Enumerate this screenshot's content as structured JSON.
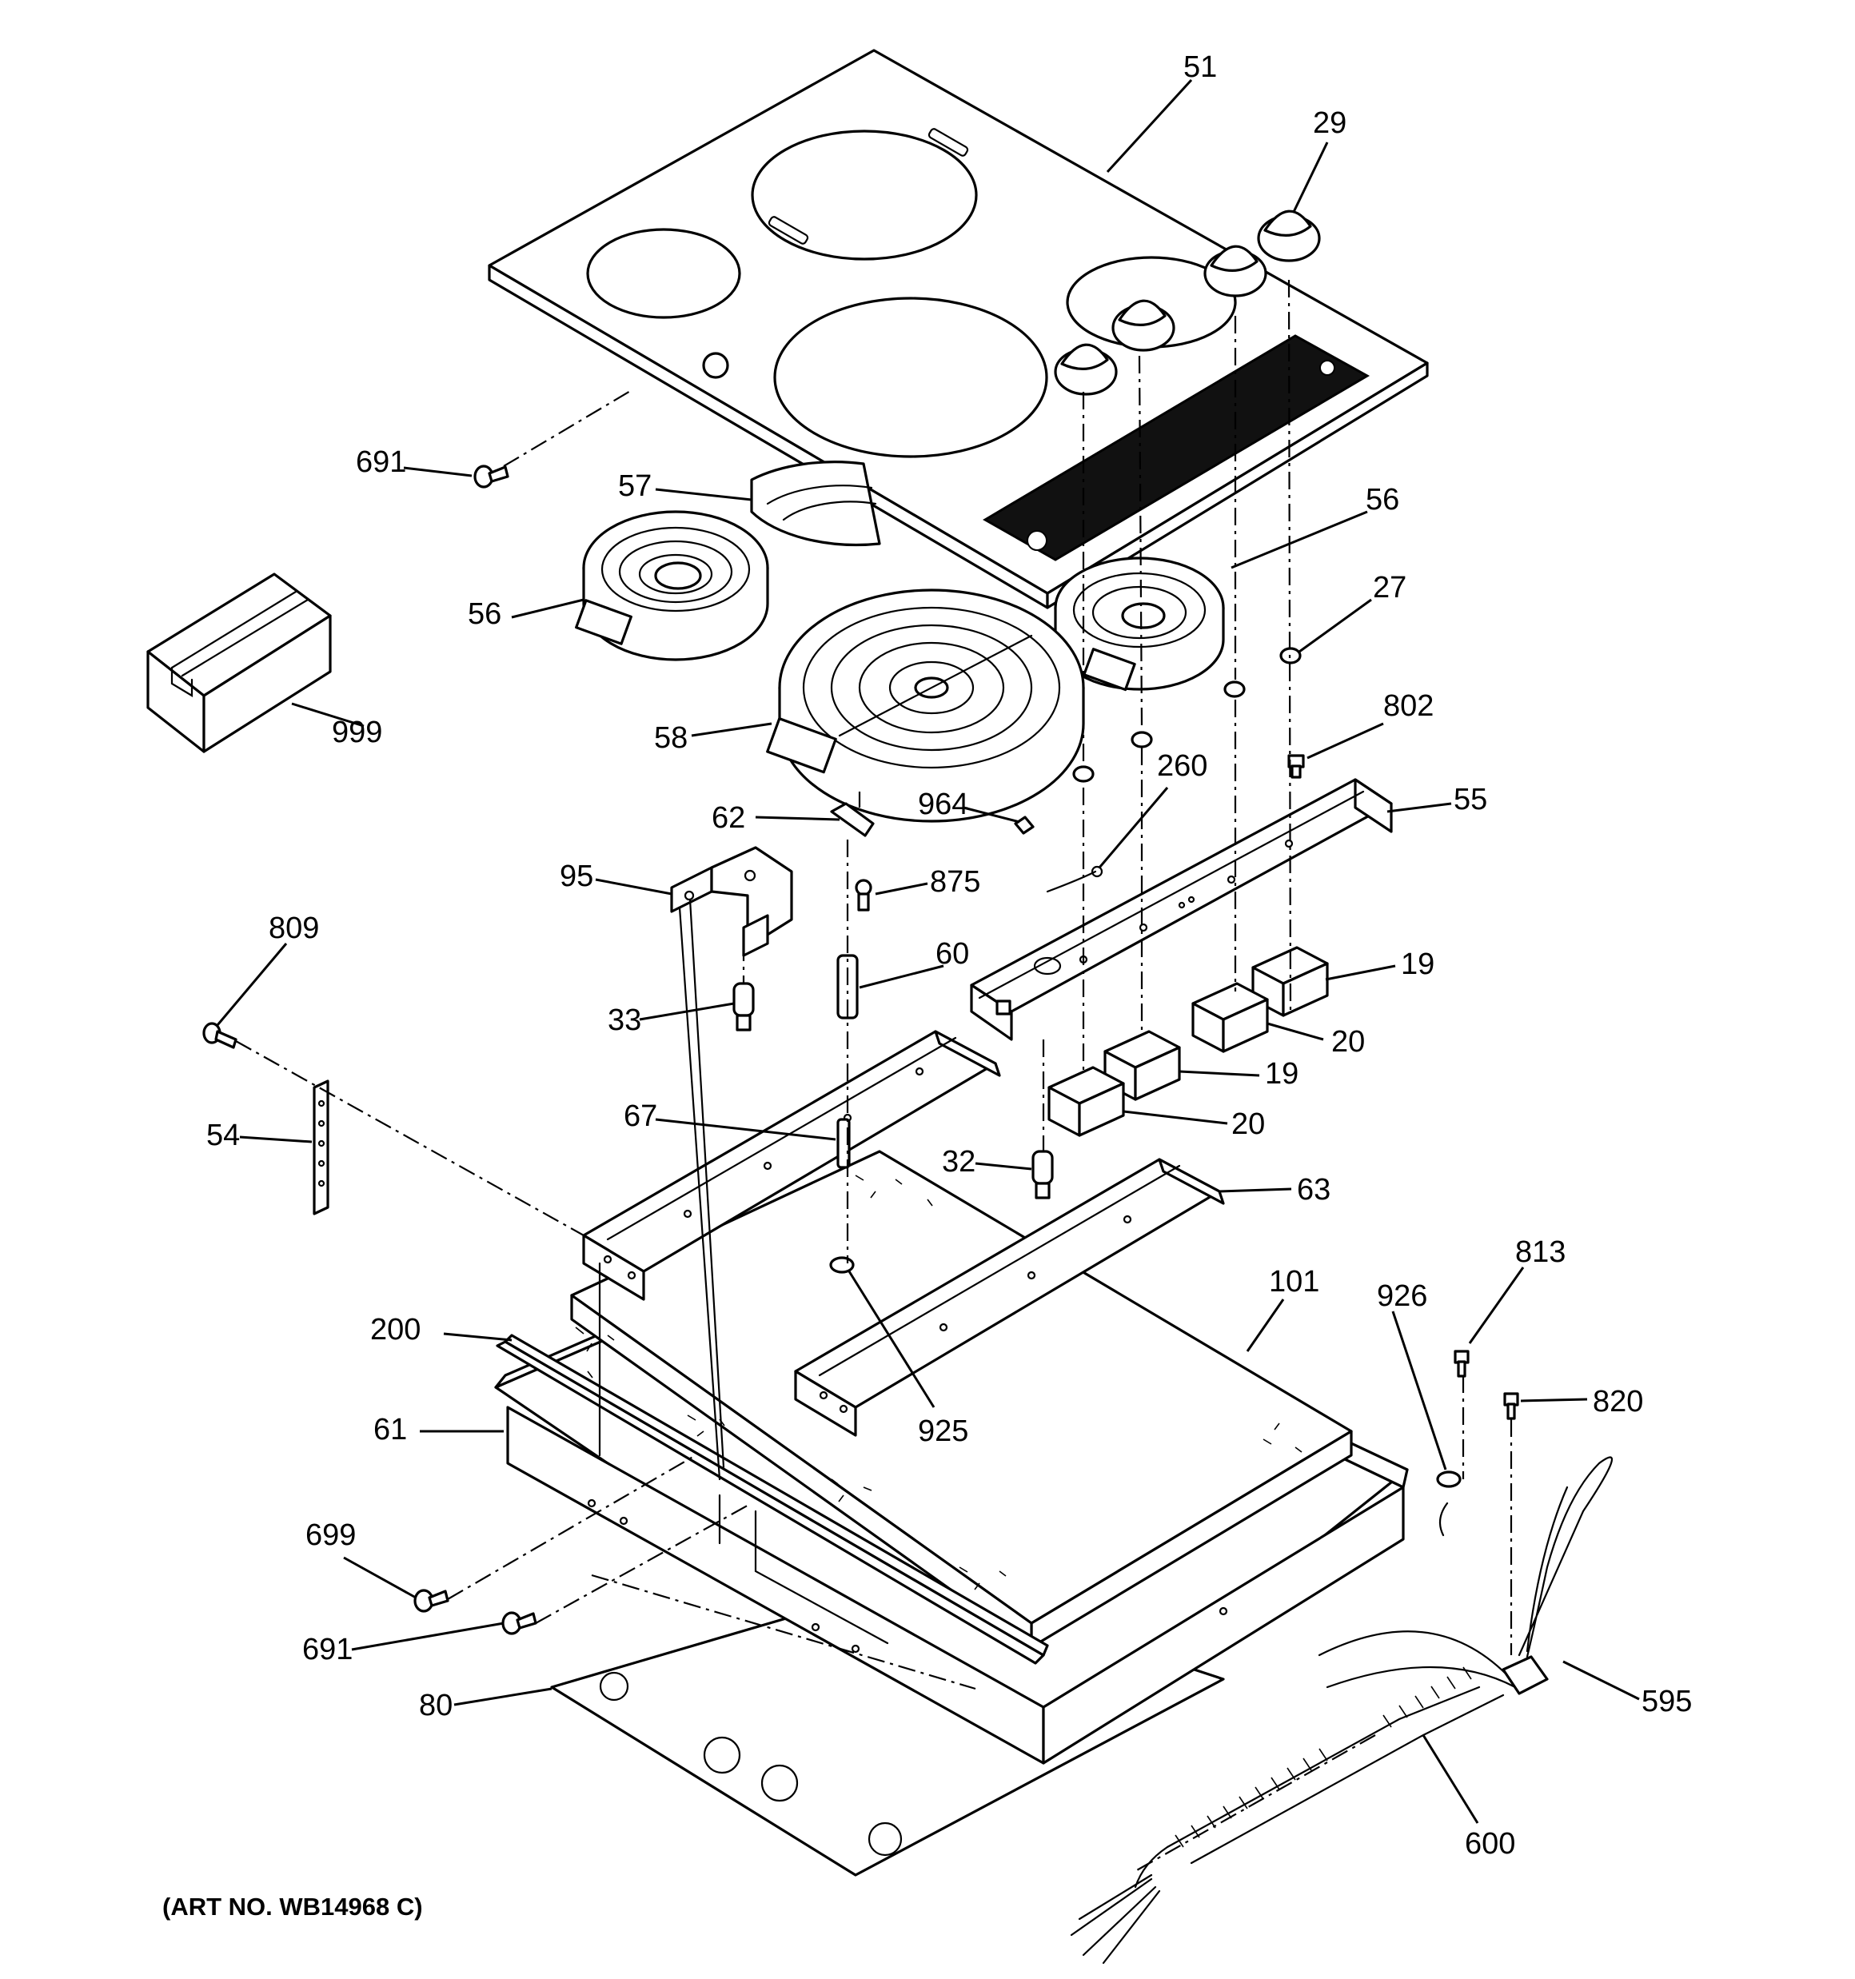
{
  "diagram": {
    "art_number": "(ART NO. WB14968 C)",
    "part_labels": [
      {
        "id": "p51",
        "text": "51"
      },
      {
        "id": "p29",
        "text": "29"
      },
      {
        "id": "p691a",
        "text": "691"
      },
      {
        "id": "p57",
        "text": "57"
      },
      {
        "id": "p56a",
        "text": "56"
      },
      {
        "id": "p56b",
        "text": "56"
      },
      {
        "id": "p27",
        "text": "27"
      },
      {
        "id": "p999",
        "text": "999"
      },
      {
        "id": "p58",
        "text": "58"
      },
      {
        "id": "p802",
        "text": "802"
      },
      {
        "id": "p260",
        "text": "260"
      },
      {
        "id": "p964",
        "text": "964"
      },
      {
        "id": "p55",
        "text": "55"
      },
      {
        "id": "p62",
        "text": "62"
      },
      {
        "id": "p875",
        "text": "875"
      },
      {
        "id": "p95",
        "text": "95"
      },
      {
        "id": "p809",
        "text": "809"
      },
      {
        "id": "p60",
        "text": "60"
      },
      {
        "id": "p19a",
        "text": "19"
      },
      {
        "id": "p20a",
        "text": "20"
      },
      {
        "id": "p33",
        "text": "33"
      },
      {
        "id": "p19b",
        "text": "19"
      },
      {
        "id": "p54",
        "text": "54"
      },
      {
        "id": "p67",
        "text": "67"
      },
      {
        "id": "p20b",
        "text": "20"
      },
      {
        "id": "p32",
        "text": "32"
      },
      {
        "id": "p63",
        "text": "63"
      },
      {
        "id": "p813",
        "text": "813"
      },
      {
        "id": "p926",
        "text": "926"
      },
      {
        "id": "p101",
        "text": "101"
      },
      {
        "id": "p820",
        "text": "820"
      },
      {
        "id": "p200",
        "text": "200"
      },
      {
        "id": "p61",
        "text": "61"
      },
      {
        "id": "p925",
        "text": "925"
      },
      {
        "id": "p699",
        "text": "699"
      },
      {
        "id": "p691b",
        "text": "691"
      },
      {
        "id": "p595",
        "text": "595"
      },
      {
        "id": "p80",
        "text": "80"
      },
      {
        "id": "p600",
        "text": "600"
      }
    ]
  }
}
